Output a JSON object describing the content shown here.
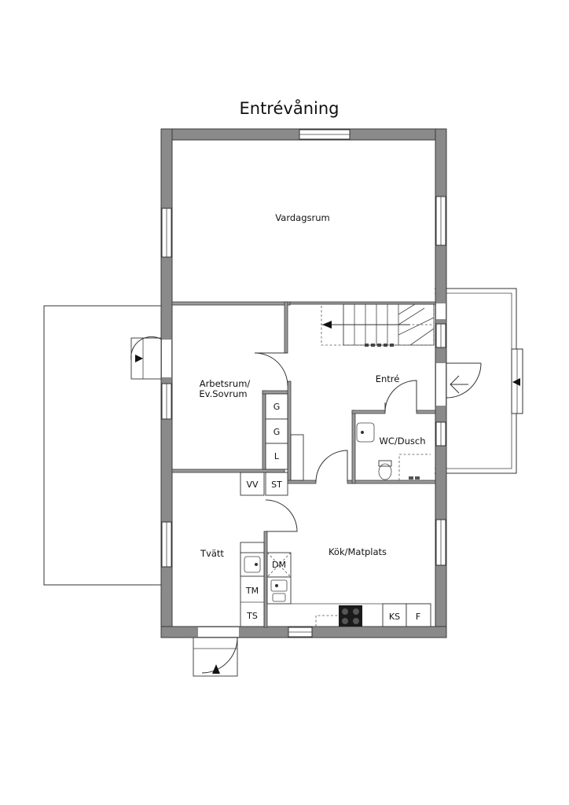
{
  "title": "Entrévåning",
  "rooms": {
    "vardagsrum": "Vardagsrum",
    "arbetsrum_line1": "Arbetsrum/",
    "arbetsrum_line2": "Ev.Sovrum",
    "entre": "Entré",
    "wc": "WC/Dusch",
    "tvatt": "Tvätt",
    "kok": "Kök/Matplats"
  },
  "fixtures": {
    "g1": "G",
    "g2": "G",
    "l": "L",
    "vv": "VV",
    "st": "ST",
    "dm": "DM",
    "tm": "TM",
    "ts": "TS",
    "ks": "KS",
    "f": "F"
  },
  "colors": {
    "wall": "#8a8a8a",
    "line": "#333333",
    "background": "#ffffff"
  }
}
